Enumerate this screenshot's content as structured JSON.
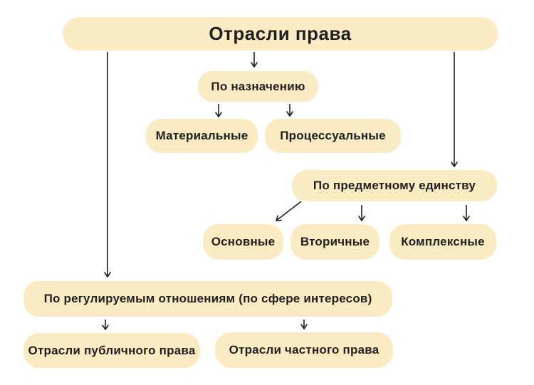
{
  "diagram": {
    "title": "Отрасли права",
    "nodes": {
      "by_purpose": {
        "label": "По назначению"
      },
      "material": {
        "label": "Материальные"
      },
      "procedural": {
        "label": "Процессуальные"
      },
      "by_subject_unity": {
        "label": "По предметному единству"
      },
      "basic": {
        "label": "Основные"
      },
      "secondary": {
        "label": "Вторичные"
      },
      "complex": {
        "label": "Комплексные"
      },
      "by_regulated_relations": {
        "label": "По регулируемым отношениям (по сфере интересов)"
      },
      "public_law": {
        "label": "Отрасли публичного права"
      },
      "private_law": {
        "label": "Отрасли частного права"
      }
    },
    "colors": {
      "node_fill": "#FAEBC3",
      "text_color": "#1F1F1F",
      "arrow_color": "#1F1F1F",
      "background": "#FFFFFF"
    }
  }
}
